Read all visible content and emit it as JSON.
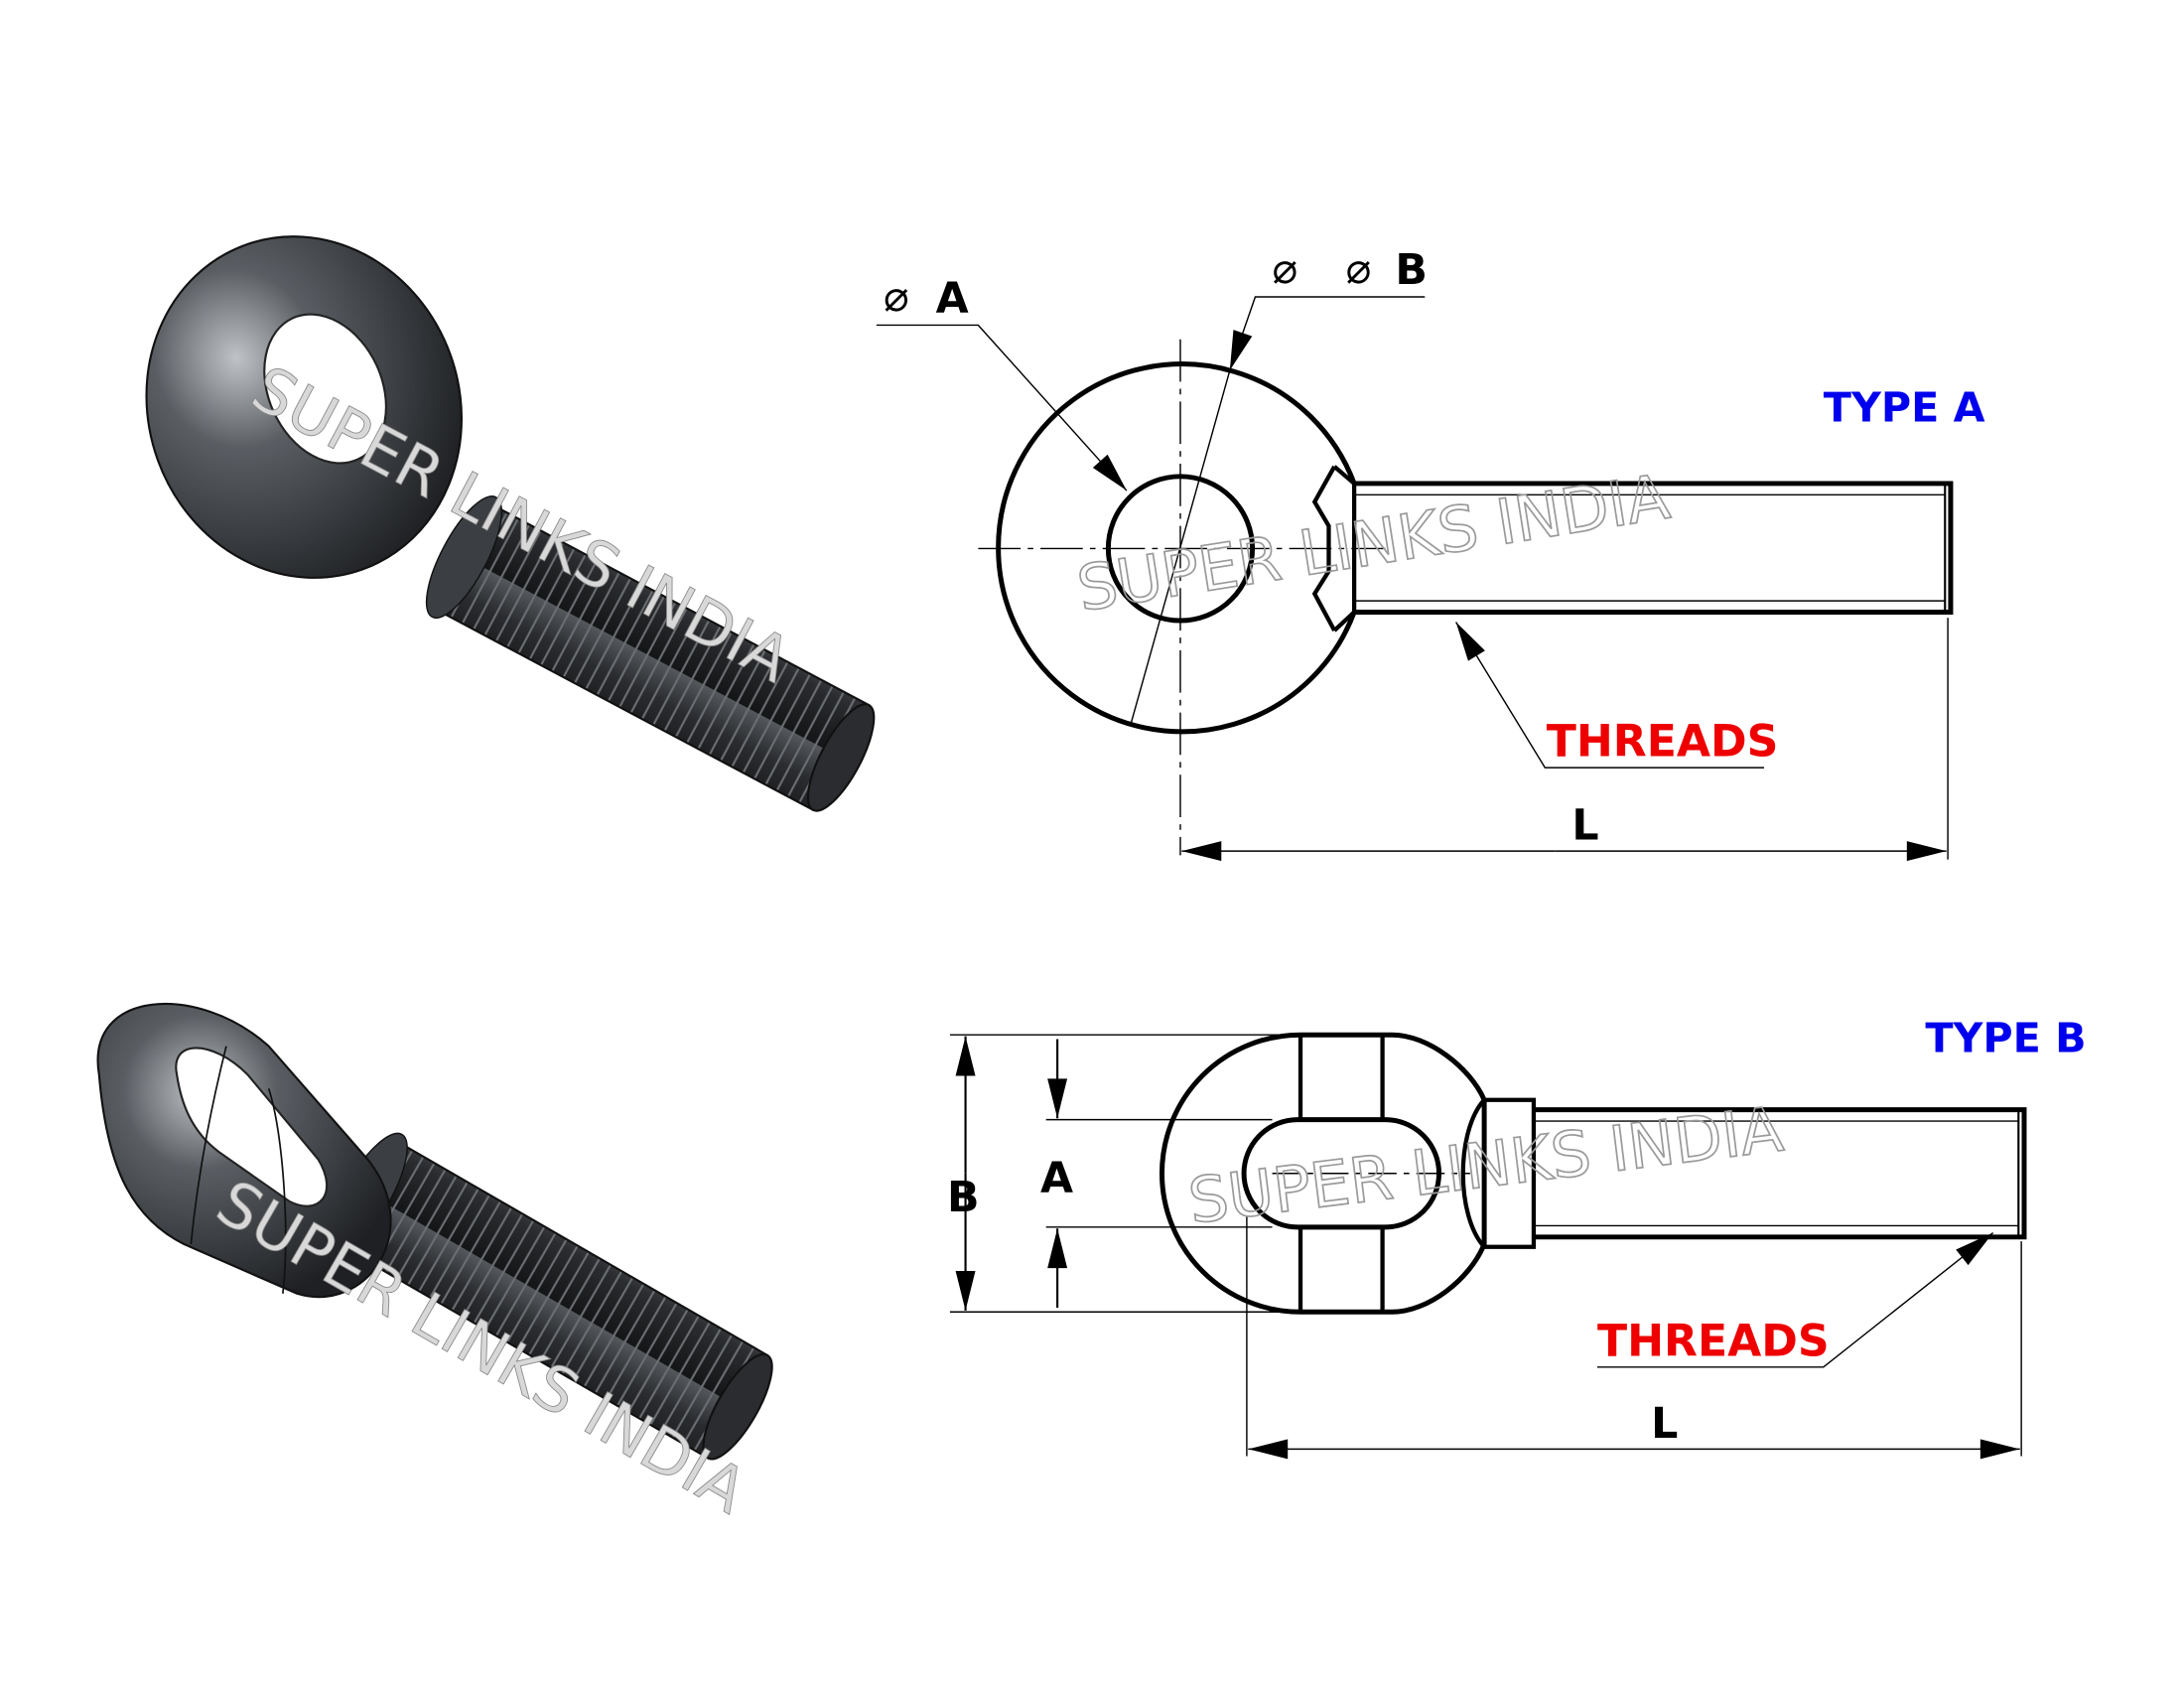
{
  "watermark": "SUPER LINKS INDIA",
  "type_a": {
    "title": "TYPE A",
    "diameter_symbol": "⌀",
    "dia_a_label": "A",
    "dia_b_label": "B",
    "threads_label": "THREADS",
    "length_label": "L"
  },
  "type_b": {
    "title": "TYPE B",
    "dim_b_label": "B",
    "dim_a_label": "A",
    "threads_label": "THREADS",
    "length_label": "L"
  },
  "colors": {
    "type_title": "#0000ee",
    "threads": "#ee0000",
    "line": "#000000",
    "watermark": "#9a9a9a"
  }
}
